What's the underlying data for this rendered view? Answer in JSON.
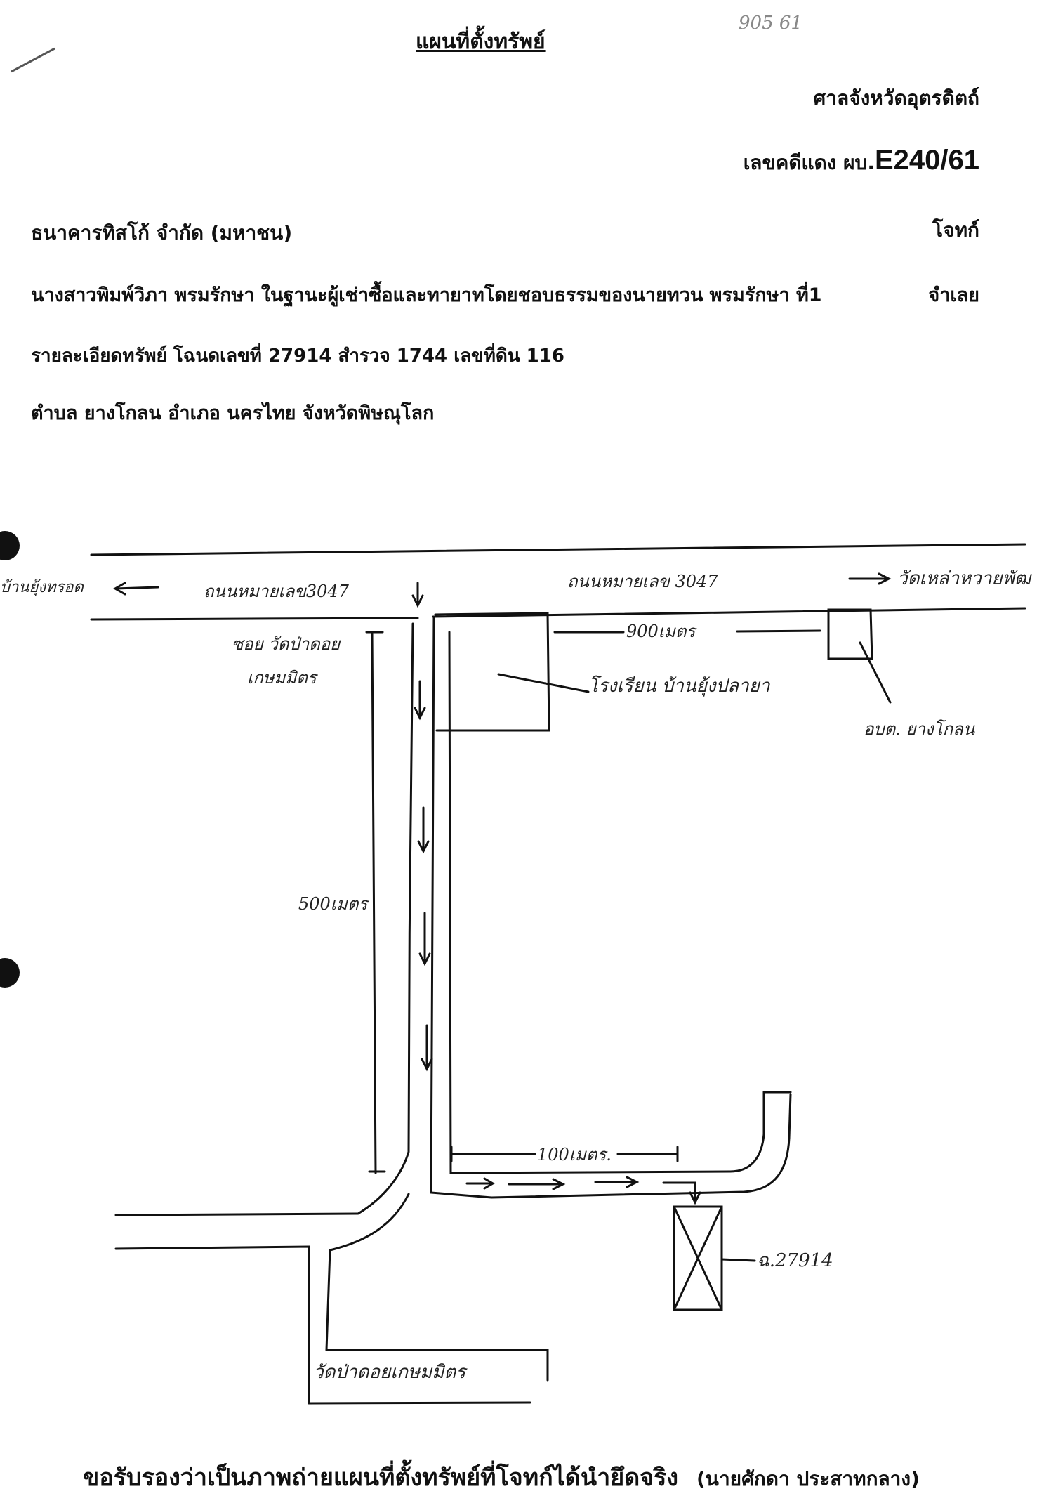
{
  "header": {
    "title": "แผนที่ตั้งทรัพย์",
    "stamp": "905 61",
    "court": "ศาลจังหวัดอุตรดิตถ์",
    "case_prefix": "เลขคดีแดง ผบ.",
    "case_number": "E240/61"
  },
  "parties": {
    "plaintiff": "ธนาคารทิสโก้ จำกัด (มหาชน)",
    "plaintiff_role": "โจทก์",
    "defendant": "นางสาวพิมพ์วิภา พรมรักษา ในฐานะผู้เช่าซื้อและทายาทโดยชอบธรรมของนายทวน พรมรักษา ที่1",
    "defendant_role": "จำเลย"
  },
  "property": {
    "detail": "รายละเอียดทรัพย์ โฉนดเลขที่ 27914 สำรวจ 1744 เลขที่ดิน 116",
    "location": "ตำบล ยางโกลน อำเภอ นครไทย จังหวัดพิษณุโลก"
  },
  "map": {
    "left_destination": "บ้านยุ้งทรอด",
    "road_left": "ถนนหมายเลข3047",
    "road_right": "ถนนหมายเลข 3047",
    "right_destination": "วัดเหล่าหวายพัฒ",
    "soi_label_1": "ซอย วัดป่าดอย",
    "soi_label_2": "เกษมมิตร",
    "dist_900": "900เมตร",
    "school": "โรงเรียน บ้านยุ้งปลายา",
    "sao": "อบต. ยางโกลน",
    "dist_500": "500เมตร",
    "dist_100": "100เมตร.",
    "deed": "ฉ.27914",
    "temple": "วัดป่าดอยเกษมมิตร"
  },
  "footer": {
    "certification": "ขอรับรองว่าเป็นภาพถ่ายแผนที่ตั้งทรัพย์ที่โจทก์ได้นำยึดจริง",
    "signatory": "(นายศักดา ประสาทกลาง)"
  }
}
